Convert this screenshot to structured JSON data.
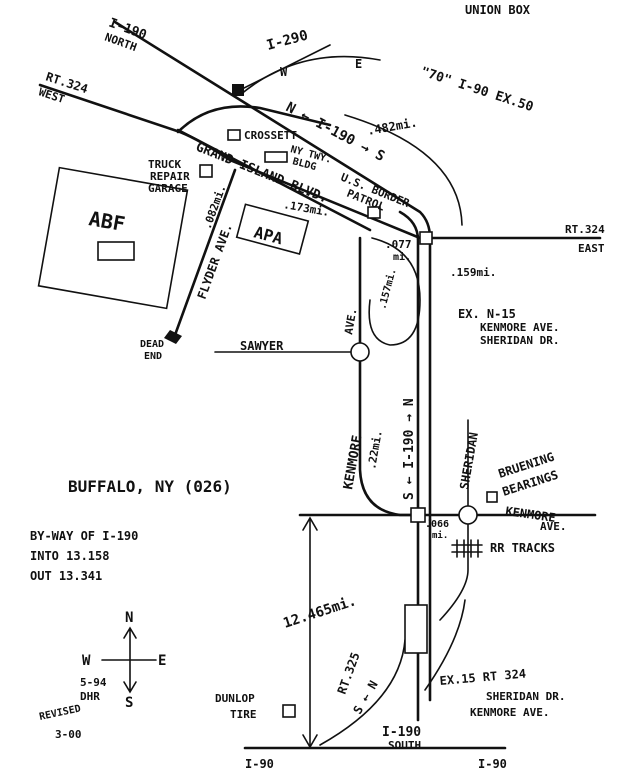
{
  "header": {
    "union_box": "UNION BOX"
  },
  "roads": {
    "i190_north": [
      "I-190",
      "NORTH"
    ],
    "i290": "I-290",
    "w": "W",
    "e": "E",
    "seventy_i90": "\"70\" I-90 EX.50",
    "rt324_west": [
      "RT.324",
      "WEST"
    ],
    "i190_mid": "N ← I-190 → S",
    "dist_482": ".482mi.",
    "rt324_east": [
      "RT.324",
      "EAST"
    ],
    "grand_island": "GRAND ISLAND BLVD.",
    "flyder": "FLYDER AVE.",
    "dist_082": ".082mi.",
    "dist_173": ".173mi.",
    "dist_077": [
      ".077",
      "mi."
    ],
    "dist_159": ".159mi.",
    "dist_157": ".157mi.",
    "exit_n15": [
      "EX. N-15",
      "KENMORE AVE.",
      "SHERIDAN DR."
    ],
    "dead_end": [
      "DEAD",
      "END"
    ],
    "sawyer": "SAWYER",
    "ave_vertical": "AVE.",
    "kenmore_vertical": "KENMORE",
    "dist_22": ".22mi.",
    "i190_vertical": "S ← I-190 → N",
    "sheridan": "SHERIDAN",
    "kenmore_ave": [
      "KENMORE",
      "AVE."
    ],
    "dist_066": [
      ".066",
      "mi."
    ],
    "rr_tracks": "RR TRACKS",
    "dist_12465": "12.465mi.",
    "rt325": "RT.325",
    "s_n": "S ← N",
    "exit15": [
      "EX.15  RT 324",
      "SHERIDAN DR.",
      "KENMORE AVE."
    ],
    "i190_south": [
      "I-190",
      "SOUTH"
    ],
    "i90_left": "I-90",
    "i90_right": "I-90"
  },
  "places": {
    "crossett": "CROSSETT",
    "ny_twy_bldg": [
      "NY TWY.",
      "BLDG"
    ],
    "truck_repair": [
      "TRUCK",
      "REPAIR",
      "GARAGE"
    ],
    "us_border_patrol": [
      "U.S. BORDER",
      "PATROL"
    ],
    "abf": "ABF",
    "apa": "APA",
    "bruening": [
      "BRUENING",
      "BEARINGS"
    ],
    "dunlop": [
      "DUNLOP",
      "TIRE"
    ]
  },
  "notes": {
    "title": "BUFFALO, NY (026)",
    "bypass": [
      "BY-WAY OF I-190",
      "INTO 13.158",
      "OUT 13.341"
    ],
    "compass": {
      "n": "N",
      "s": "S",
      "w": "W",
      "e": "E"
    },
    "revision": [
      "5-94",
      "DHR"
    ],
    "revised": [
      "REVISED",
      "3-00"
    ]
  }
}
